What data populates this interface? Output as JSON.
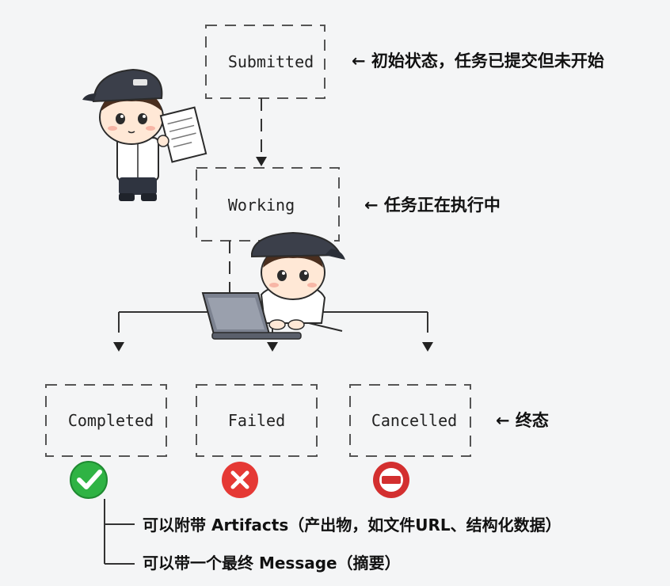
{
  "states": {
    "submitted": "Submitted",
    "working": "Working",
    "completed": "Completed",
    "failed": "Failed",
    "cancelled": "Cancelled"
  },
  "annotations": {
    "submitted": "← 初始状态，任务已提交但未开始",
    "working": "← 任务正在执行中",
    "terminal": "← 终态"
  },
  "notes": {
    "artifacts": "可以附带 Artifacts（产出物，如文件URL、结构化数据）",
    "message": "可以带一个最终 Message（摘要）"
  },
  "status_icons": {
    "completed": {
      "icon": "check-icon",
      "color": "#2fb344"
    },
    "failed": {
      "icon": "x-icon",
      "color": "#e53935"
    },
    "cancelled": {
      "icon": "no-entry-icon",
      "color": "#d32f2f"
    }
  }
}
